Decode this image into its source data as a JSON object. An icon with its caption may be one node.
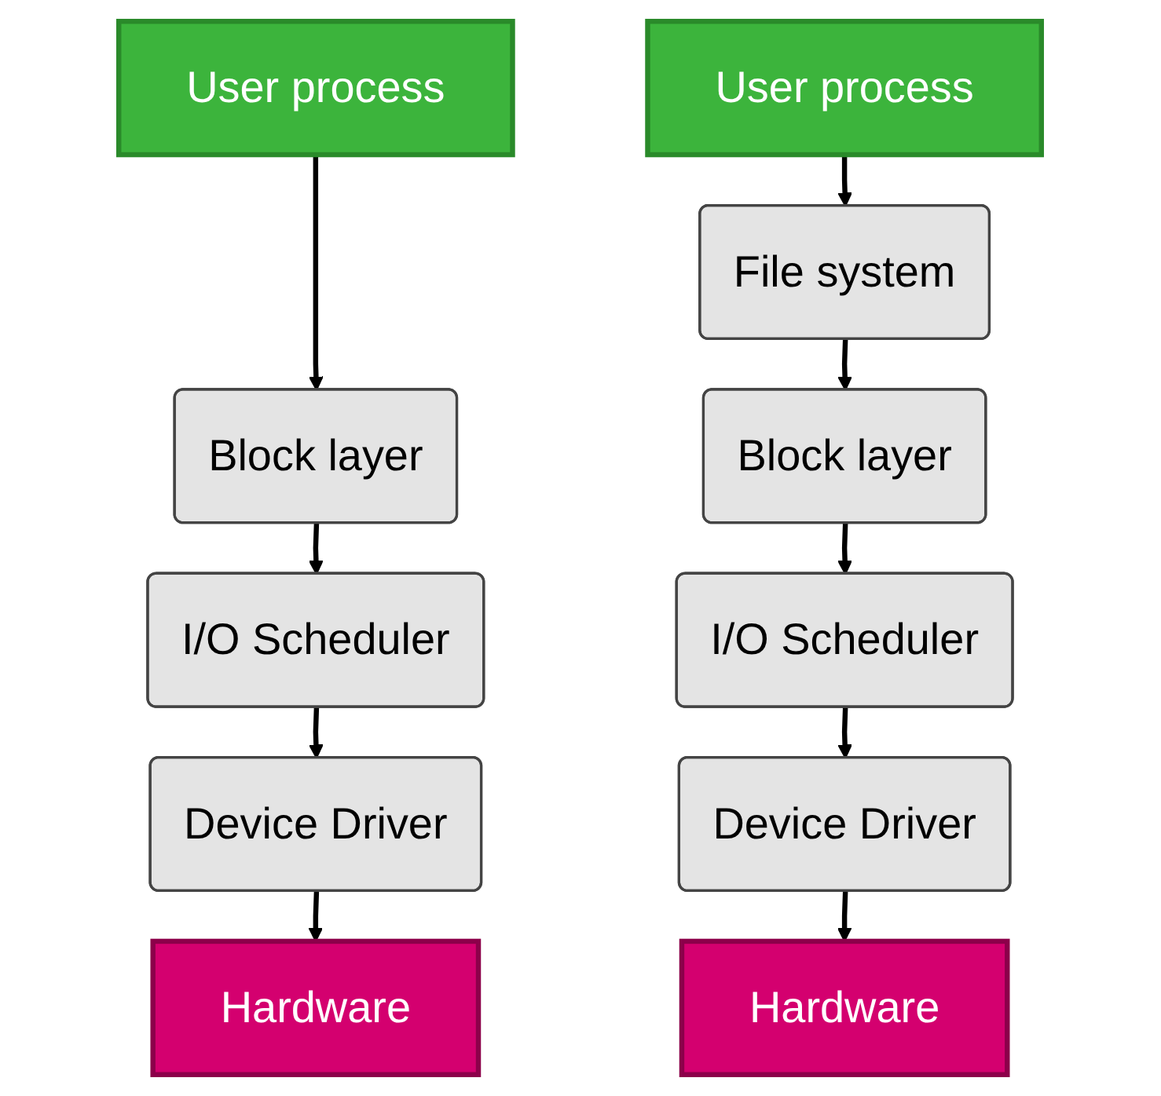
{
  "diagram": {
    "nodes": [
      {
        "text": [
          "User process"
        ]
      },
      {
        "text": [
          "Block layer"
        ]
      },
      {
        "text": [
          "I/O Scheduler"
        ]
      },
      {
        "text": [
          "Device Driver"
        ]
      },
      {
        "text": [
          "Hardware"
        ]
      },
      {
        "text": [
          "User process"
        ]
      },
      {
        "text": [
          "File system"
        ]
      },
      {
        "text": [
          "Block layer"
        ]
      },
      {
        "text": [
          "I/O Scheduler"
        ]
      },
      {
        "text": [
          "Device Driver"
        ]
      },
      {
        "text": [
          "Hardware"
        ]
      }
    ],
    "edges": [
      {
        "from": 0,
        "to": 1,
        "arrow": "to"
      },
      {
        "from": 1,
        "to": 2,
        "arrow": "to"
      },
      {
        "from": 2,
        "to": 3,
        "arrow": "to"
      },
      {
        "from": 3,
        "to": 4,
        "arrow": "to"
      },
      {
        "from": 5,
        "to": 6,
        "arrow": "to"
      },
      {
        "from": 6,
        "to": 7,
        "arrow": "to"
      },
      {
        "from": 7,
        "to": 8,
        "arrow": "to"
      },
      {
        "from": 8,
        "to": 9,
        "arrow": "to"
      },
      {
        "from": 9,
        "to": 10,
        "arrow": "to"
      }
    ]
  }
}
